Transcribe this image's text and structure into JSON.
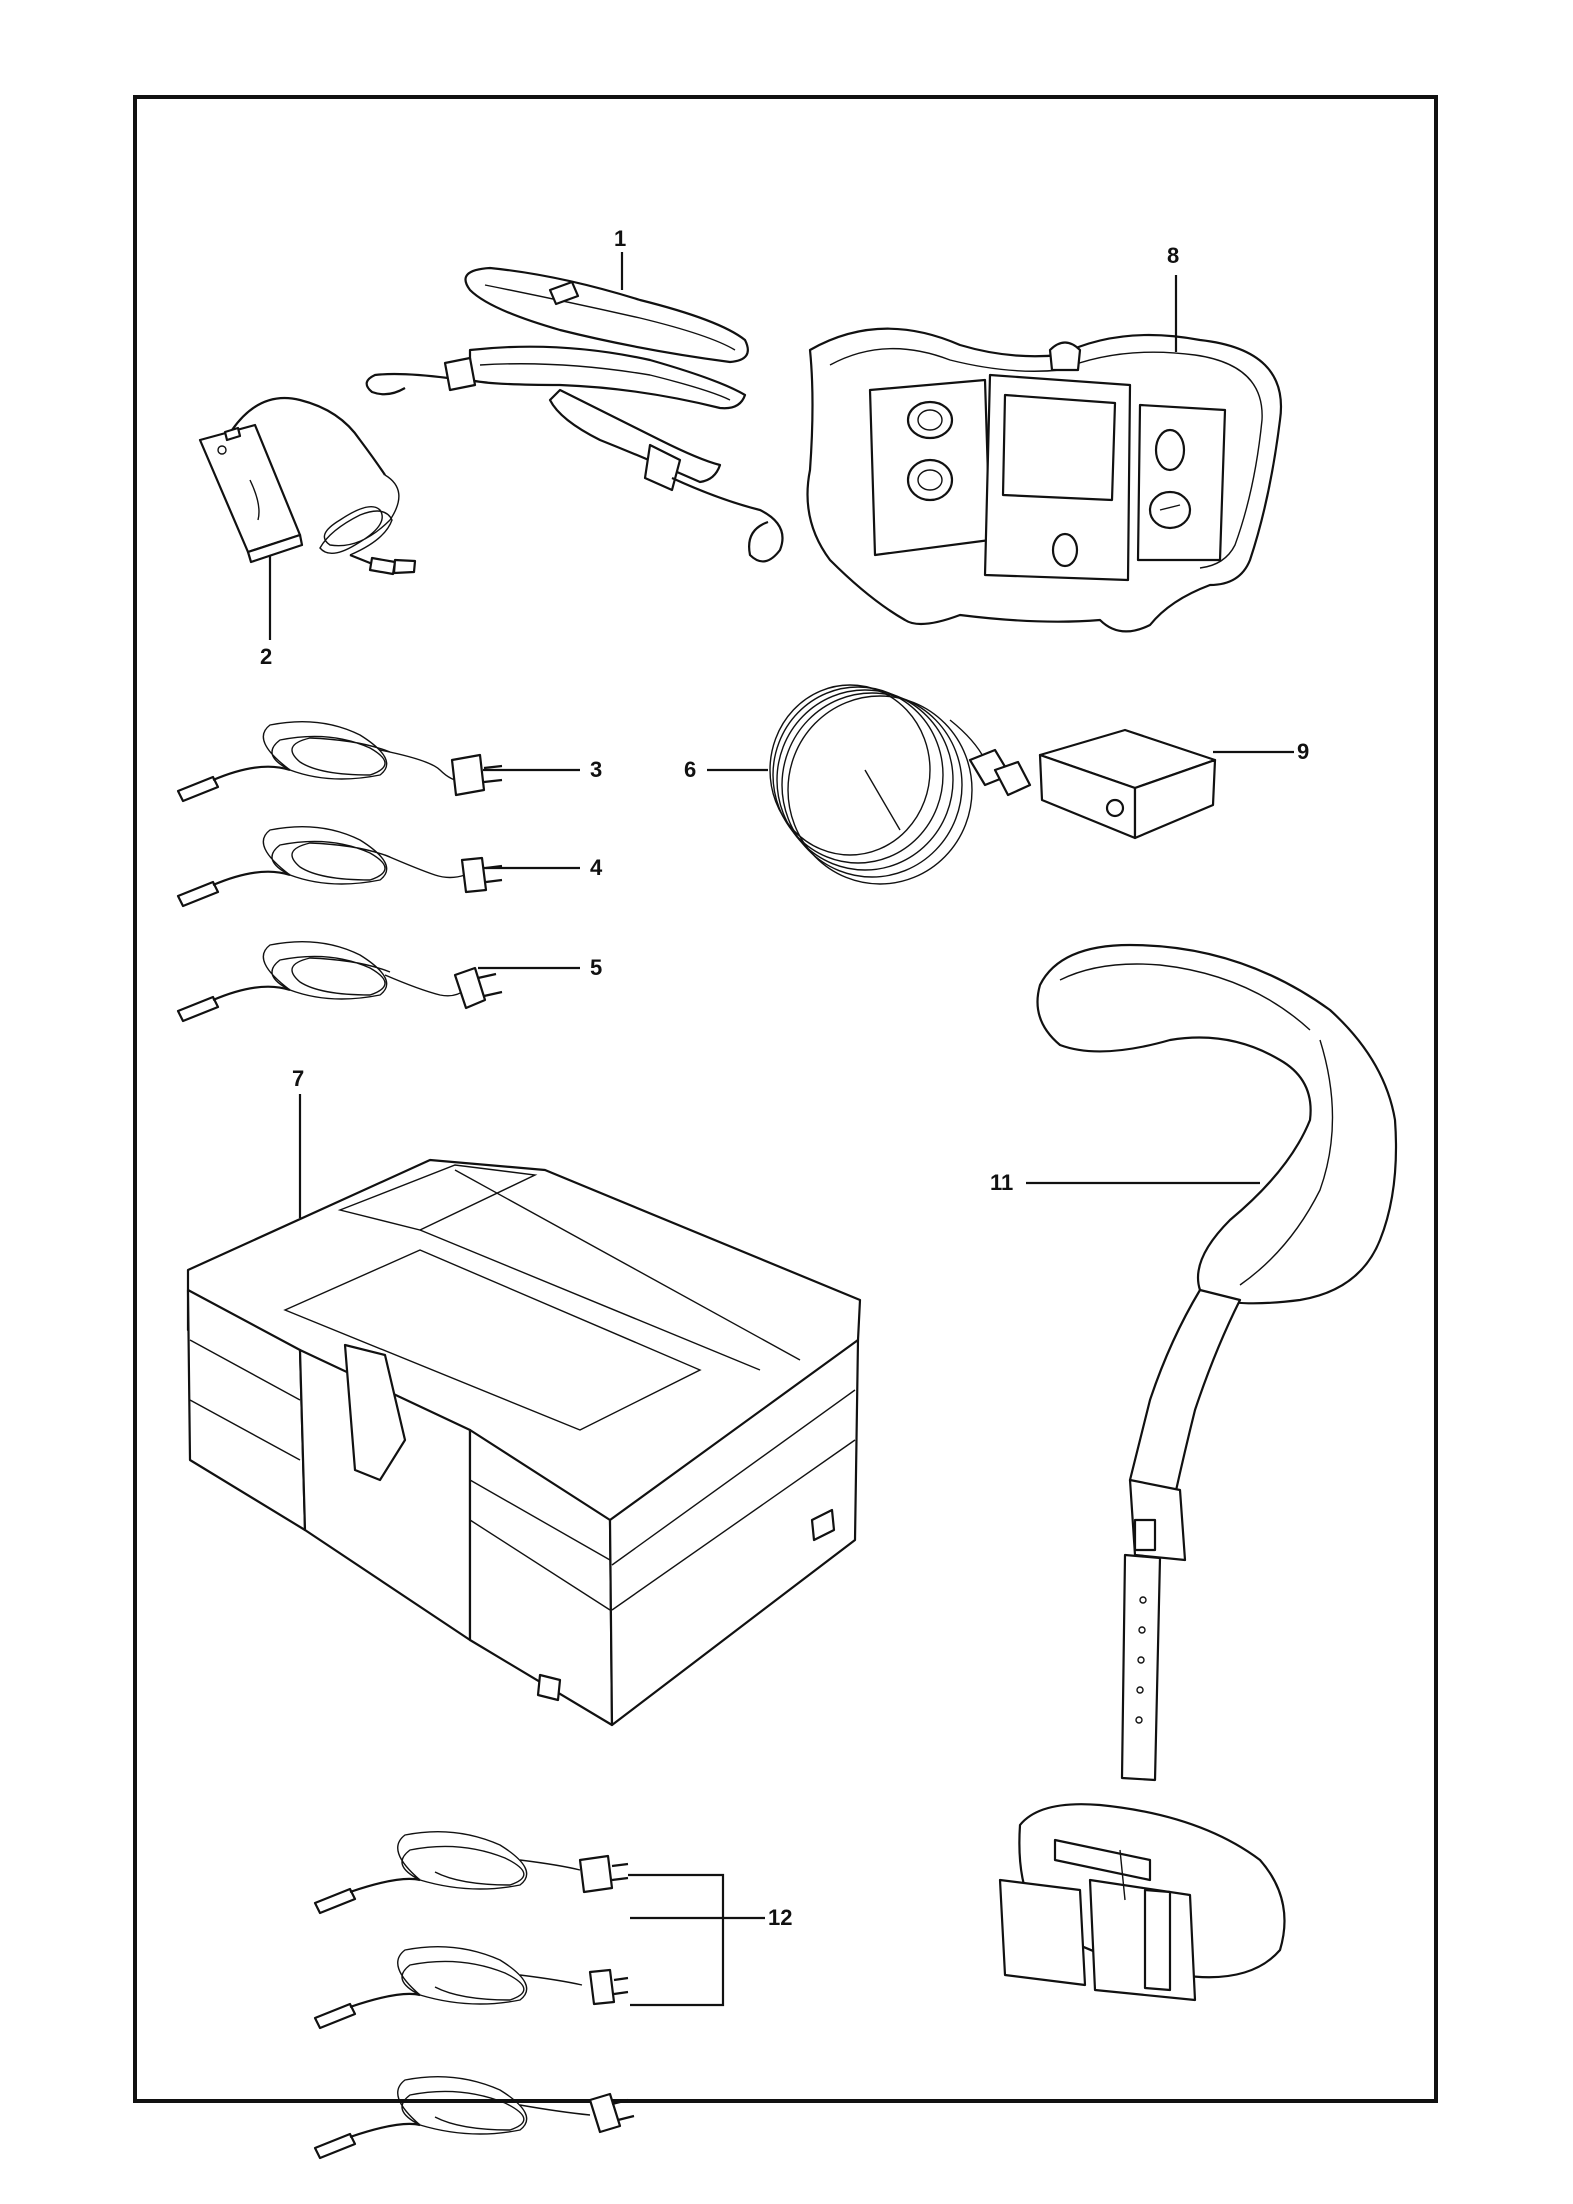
{
  "callouts": [
    {
      "id": "1",
      "part": "shoulder strap"
    },
    {
      "id": "2",
      "part": "battery charger"
    },
    {
      "id": "3",
      "part": "power cord"
    },
    {
      "id": "4",
      "part": "power cord"
    },
    {
      "id": "5",
      "part": "power cord"
    },
    {
      "id": "6",
      "part": "cable"
    },
    {
      "id": "7",
      "part": "carrying case"
    },
    {
      "id": "8",
      "part": "remote control"
    },
    {
      "id": "9",
      "part": "box"
    },
    {
      "id": "11",
      "part": "harness strap"
    },
    {
      "id": "12",
      "part": "power cords"
    }
  ]
}
